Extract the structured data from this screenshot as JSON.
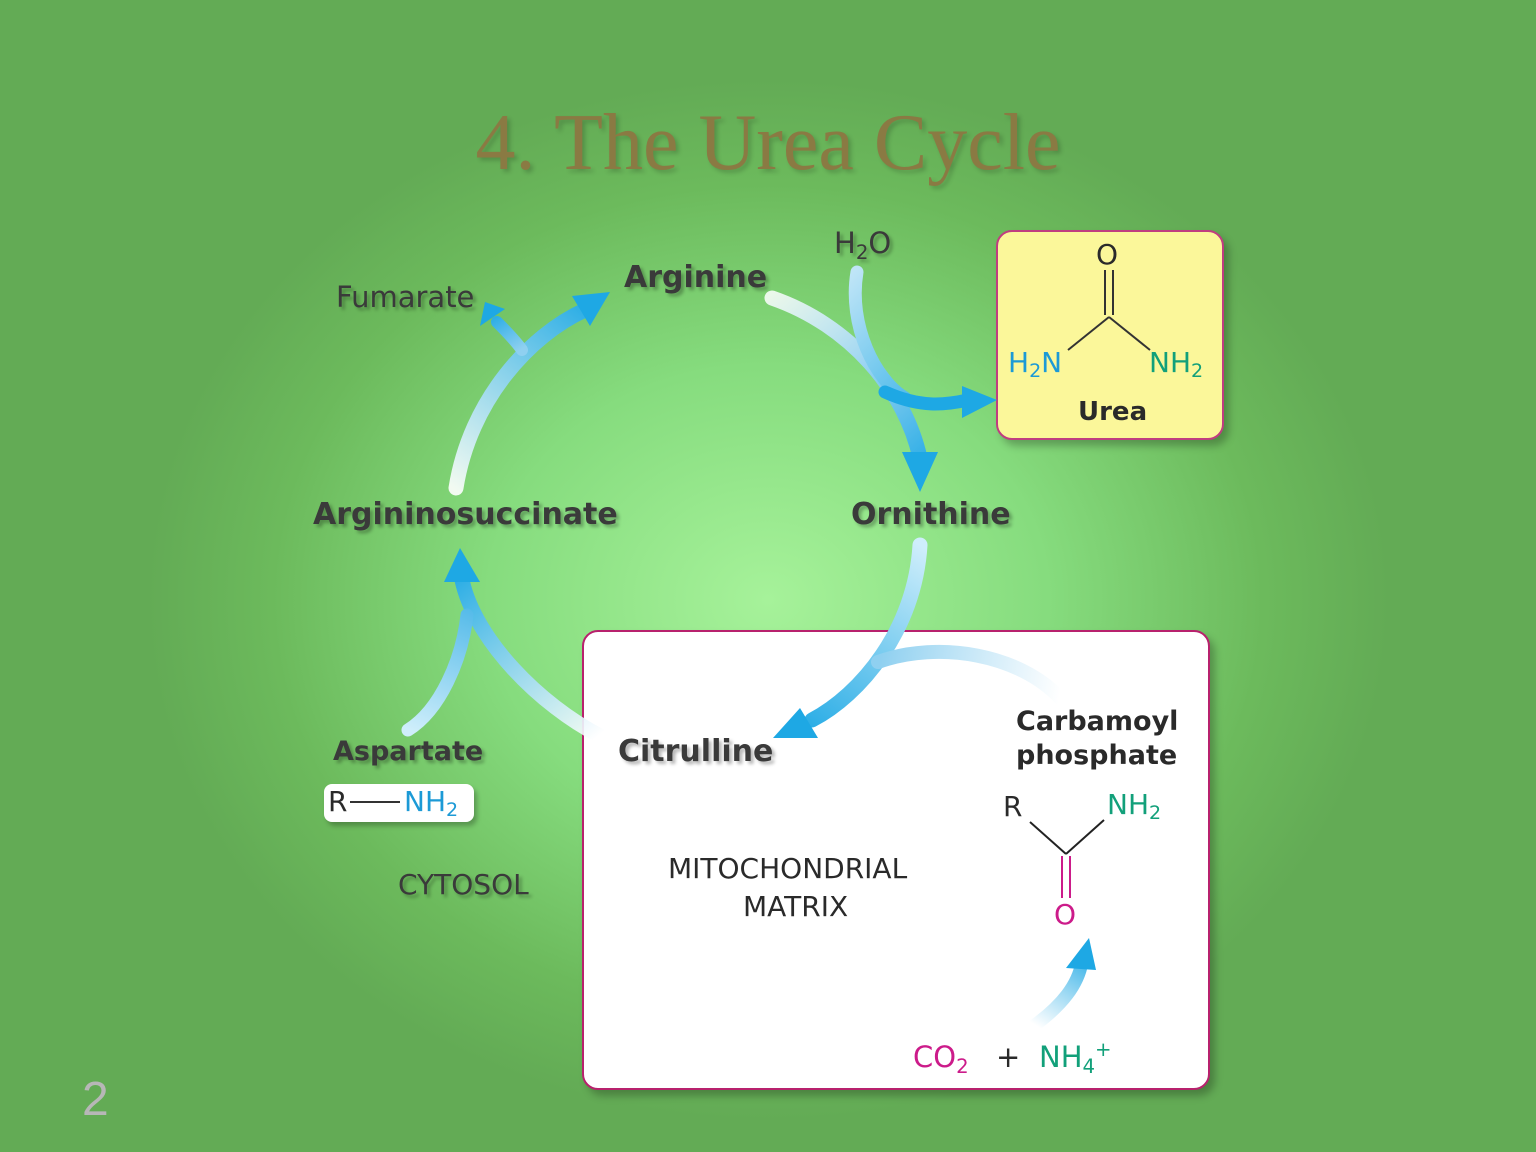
{
  "slide": {
    "title": "4. The Urea Cycle",
    "number": "2"
  },
  "cycle": {
    "arginine": "Arginine",
    "ornithine": "Ornithine",
    "citrulline": "Citrulline",
    "argininosuccinate": "Argininosuccinate",
    "fumarate": "Fumarate",
    "aspartate": "Aspartate",
    "water": {
      "base": "H",
      "sub": "2",
      "tail": "O"
    }
  },
  "aspartate_formula": {
    "r": "R",
    "nh": "NH",
    "sub": "2"
  },
  "urea": {
    "o": "O",
    "left": {
      "base": "H",
      "sub": "2",
      "tail": "N"
    },
    "right": {
      "base": "NH",
      "sub": "2"
    },
    "label": "Urea"
  },
  "matrix": {
    "line1": "MITOCHONDRIAL",
    "line2": "MATRIX",
    "carbamoyl_line1": "Carbamoyl",
    "carbamoyl_line2": "phosphate",
    "cp_r": "R",
    "cp_nh": {
      "base": "NH",
      "sub": "2"
    },
    "cp_o": "O",
    "co2": {
      "base": "CO",
      "sub": "2"
    },
    "plus": "+",
    "nh4": {
      "base": "NH",
      "sub": "4",
      "sup": "+"
    }
  },
  "cytosol": "CYTOSOL",
  "colors": {
    "arrow_blue": "#1ea8e4",
    "box_border": "#b8216d",
    "urea_fill": "#fbf79a",
    "title": "#8a7a43"
  }
}
